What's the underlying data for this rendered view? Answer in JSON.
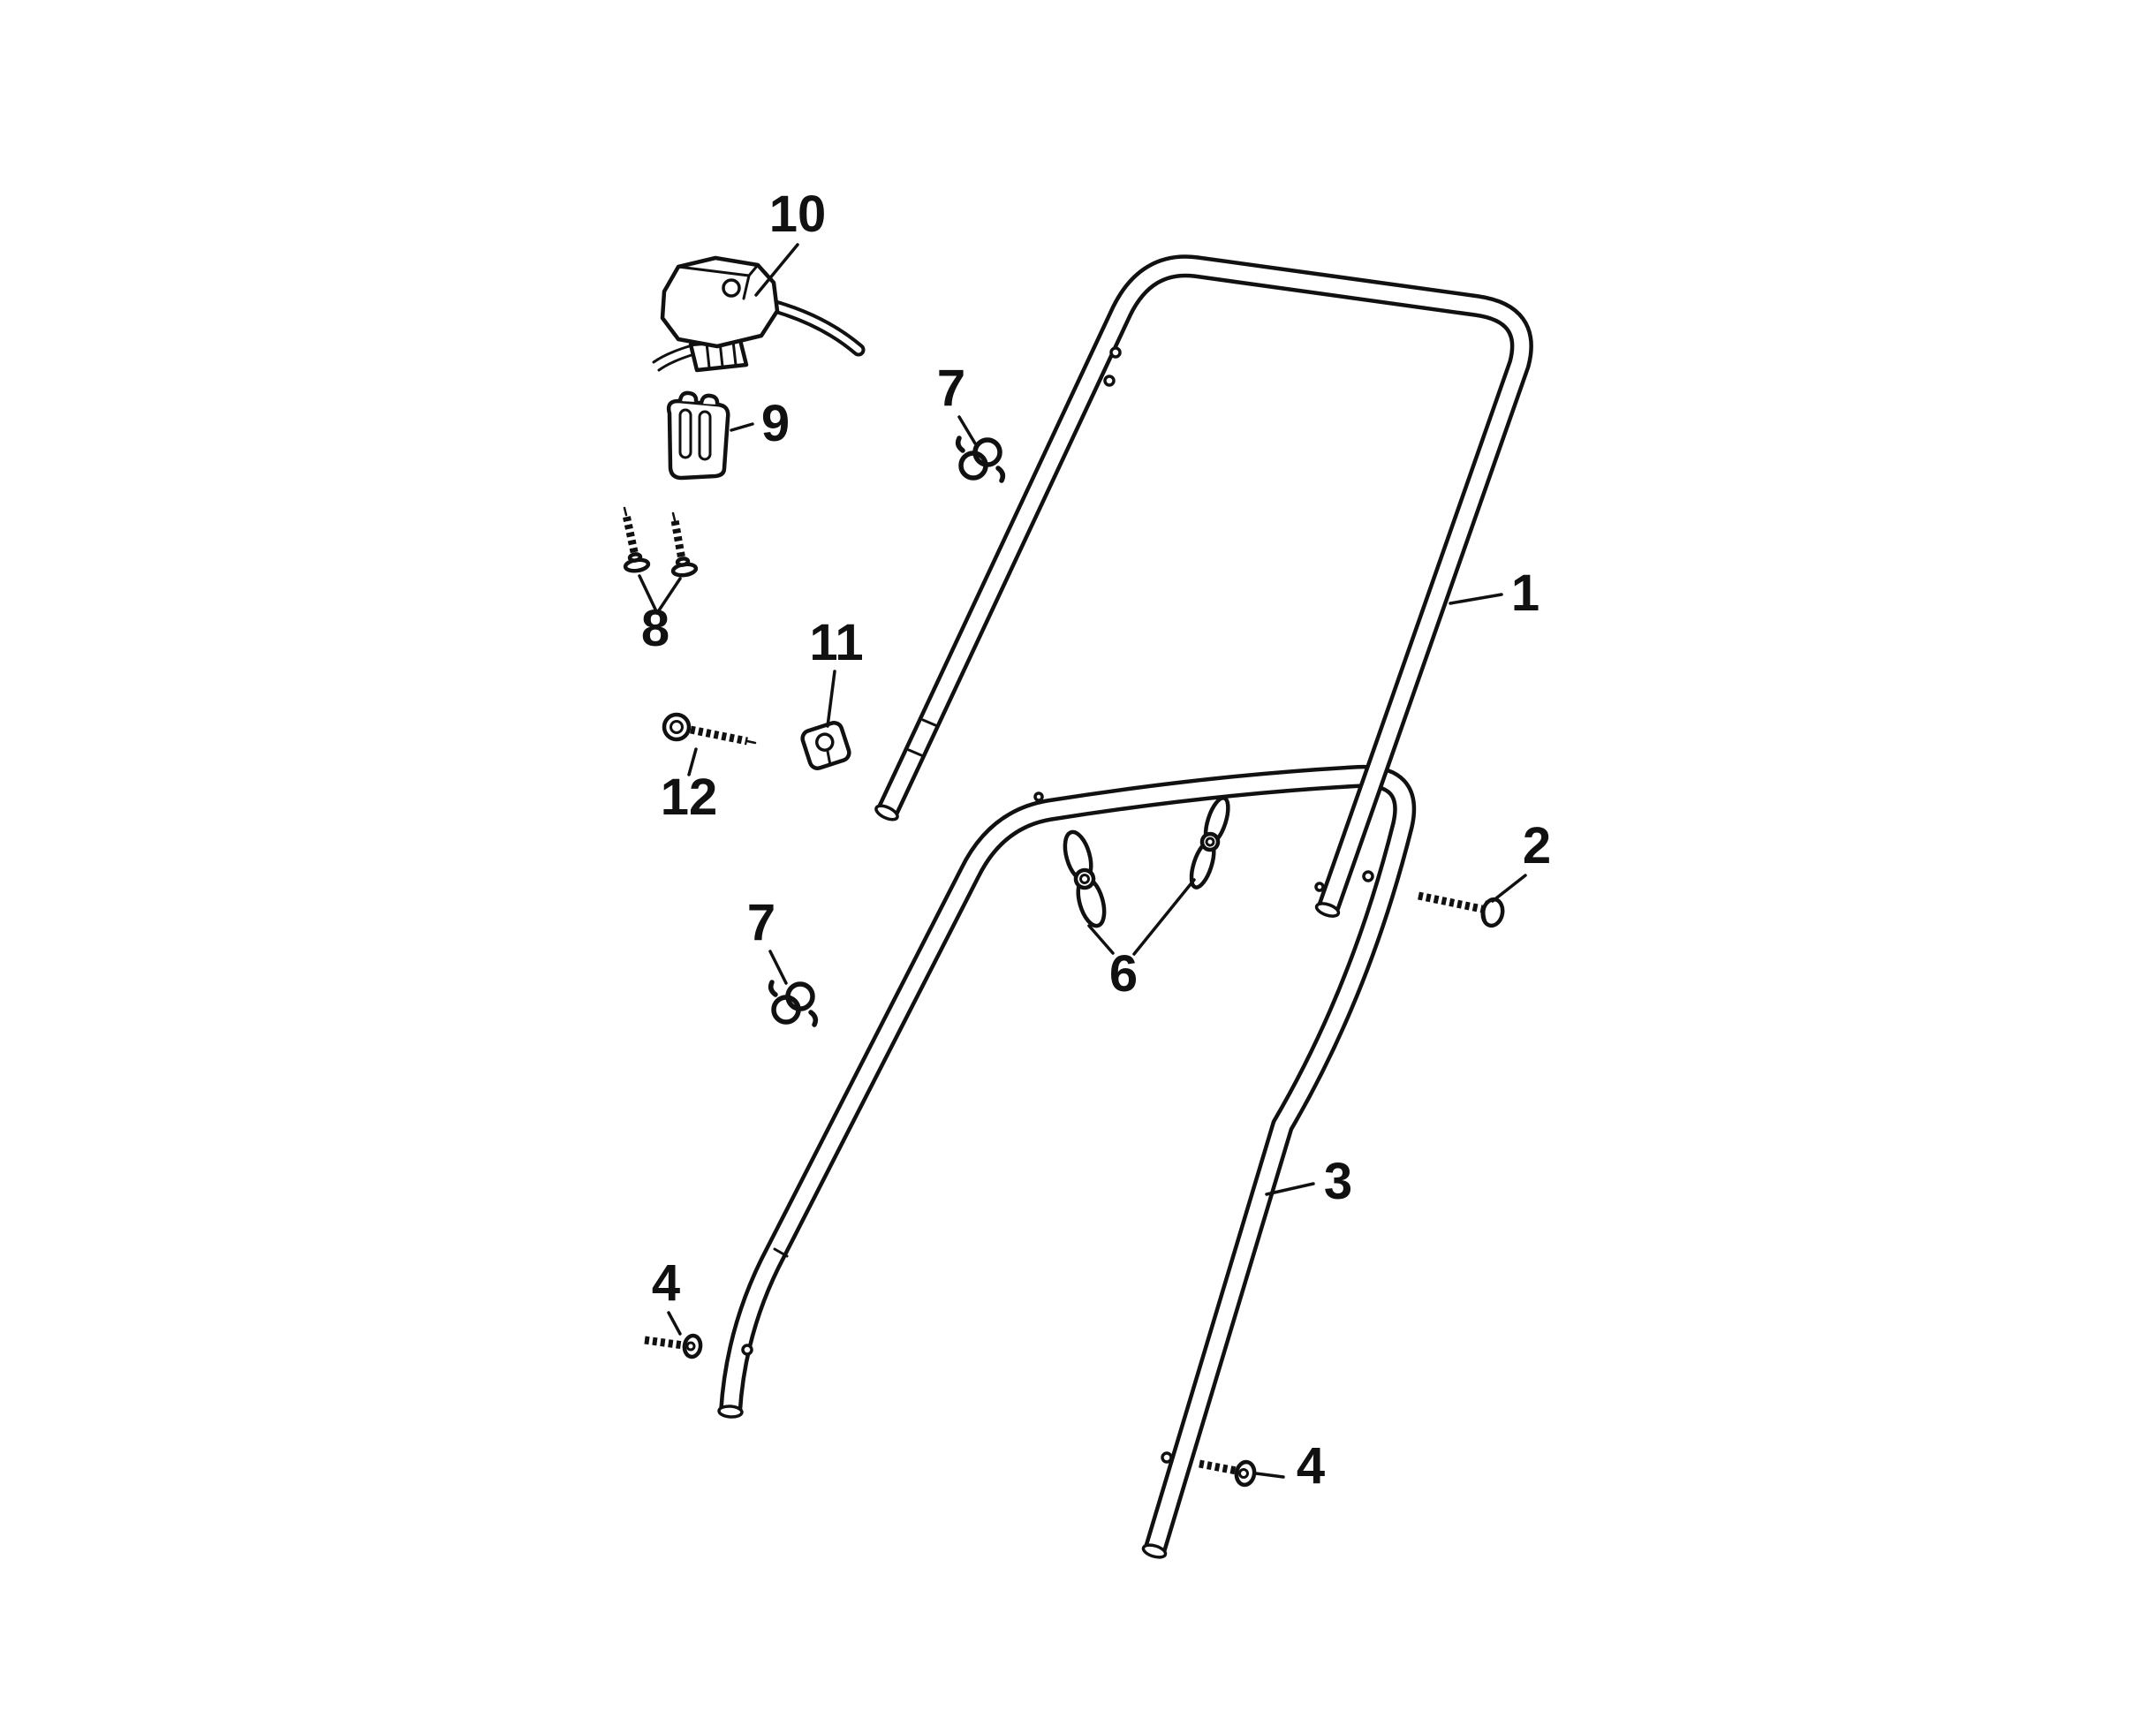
{
  "diagram": {
    "kind": "exploded-parts-diagram",
    "subject": "handle-assembly",
    "colors": {
      "background": "#ffffff",
      "line": "#111111"
    },
    "parts": [
      {
        "callout": "1",
        "shape": "upper-handle-tube"
      },
      {
        "callout": "2",
        "shape": "carriage-bolt"
      },
      {
        "callout": "3",
        "shape": "lower-handle-tube"
      },
      {
        "callout": "4",
        "shape": "mounting-screw-left"
      },
      {
        "callout": "4",
        "shape": "mounting-screw-right"
      },
      {
        "callout": "6",
        "shape": "wing-knob-pair"
      },
      {
        "callout": "7",
        "shape": "cable-clip-upper"
      },
      {
        "callout": "7",
        "shape": "cable-clip-lower"
      },
      {
        "callout": "8",
        "shape": "screw-pair"
      },
      {
        "callout": "9",
        "shape": "mounting-bracket"
      },
      {
        "callout": "10",
        "shape": "control-lever-assembly"
      },
      {
        "callout": "11",
        "shape": "cable-clamp"
      },
      {
        "callout": "12",
        "shape": "hex-screw"
      }
    ]
  }
}
